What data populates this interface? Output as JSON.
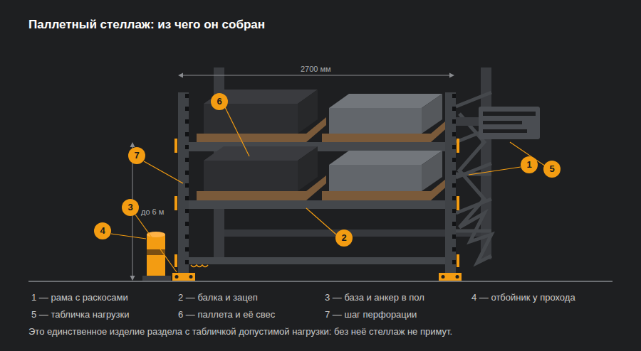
{
  "diagram": {
    "title": "Паллетный стеллаж: из чего он собран",
    "caption": "Это единственное изделие раздела с табличкой допустимой нагрузки: без неё стеллаж не примут.",
    "labels": [
      "2700 мм",
      "6",
      "7",
      "до 6 м",
      "3",
      "4",
      "1",
      "5",
      "2",
      "1 — рама с раскосами",
      "2 — балка и зацеп",
      "3 — база и анкер в пол",
      "4 — отбойник у прохода",
      "5 — табличка нагрузки",
      "6 — паллета и её свес",
      "7 — шаг перфорации"
    ]
  }
}
